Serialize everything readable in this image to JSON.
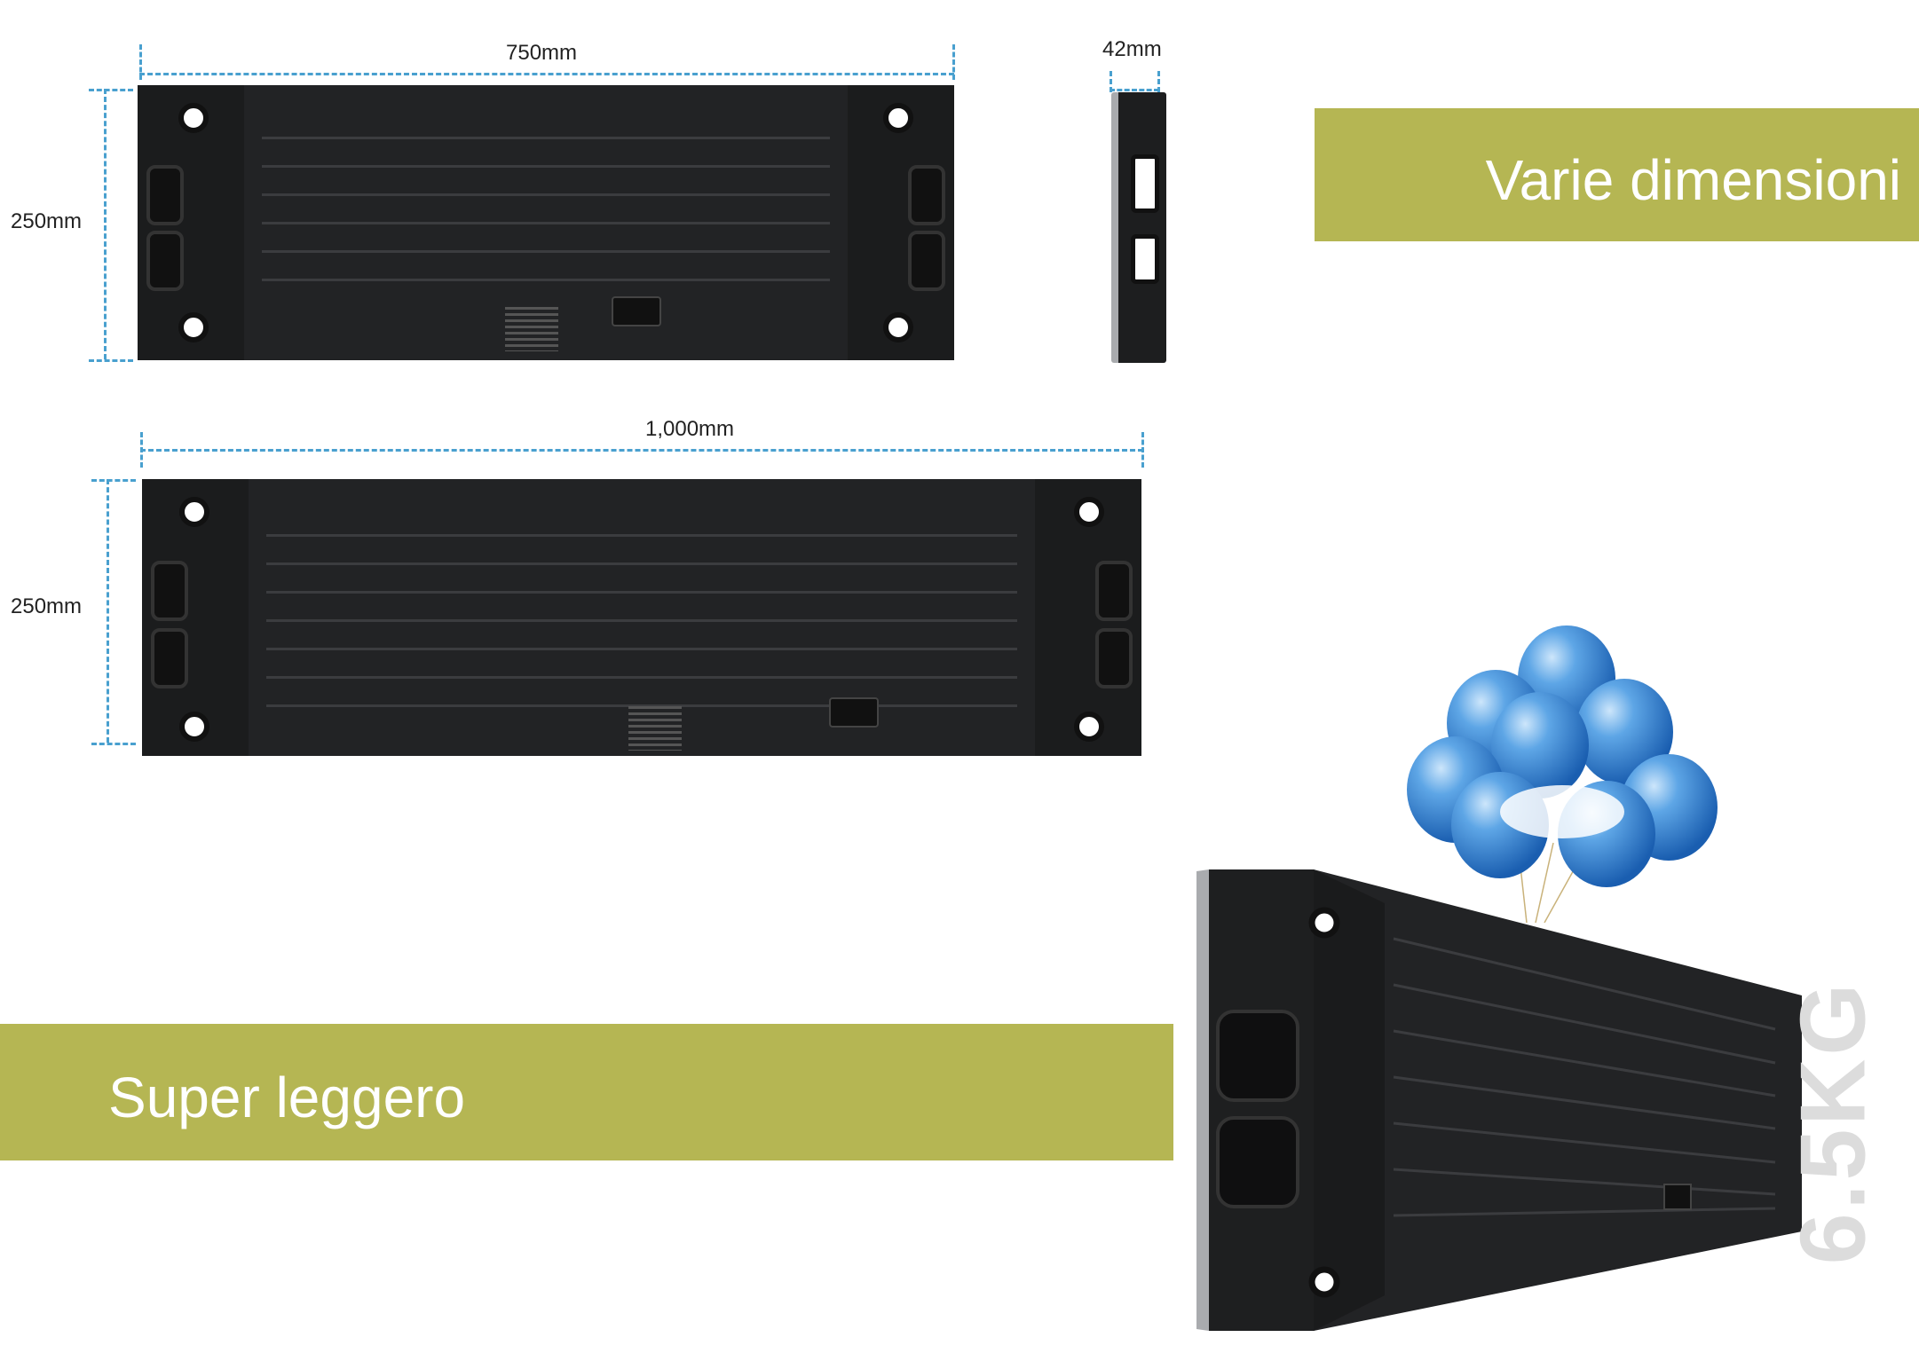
{
  "dimensions": {
    "width_small": "750mm",
    "depth": "42mm",
    "height_small": "250mm",
    "width_large": "1,000mm",
    "height_large": "250mm"
  },
  "bands": {
    "variety": "Varie dimensioni",
    "light": "Super leggero"
  },
  "weight_label": "6.5KG",
  "colors": {
    "band": "#b5b653",
    "dimension_line": "#49a0cf",
    "panel": "#222325",
    "weight_text": "#dcdcdc"
  }
}
